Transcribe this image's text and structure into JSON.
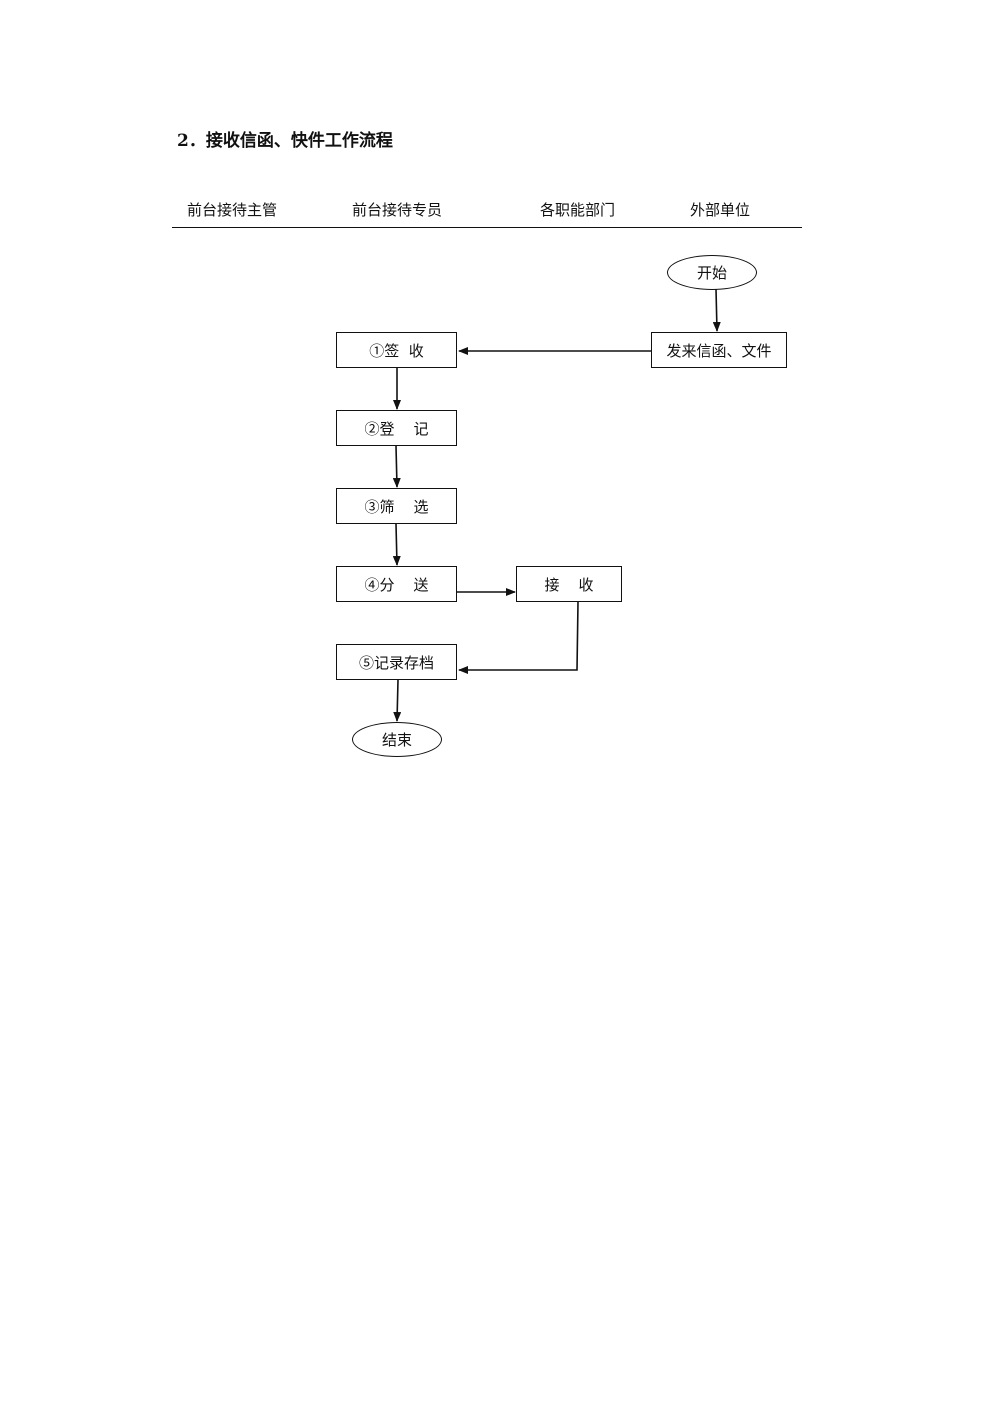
{
  "heading": "2．接收信函、快件工作流程",
  "lanes": [
    "前台接待主管",
    "前台接待专员",
    "各职能部门",
    "外部单位"
  ],
  "nodes": {
    "start": "开始",
    "incoming_letters": "发来信函、文件",
    "step1_sign": "①签  收",
    "step2_register": "②登    记",
    "step3_screen": "③筛    选",
    "step4_distribute": "④分    送",
    "dept_receive": "接    收",
    "step5_archive": "⑤记录存档",
    "end": "结束"
  }
}
